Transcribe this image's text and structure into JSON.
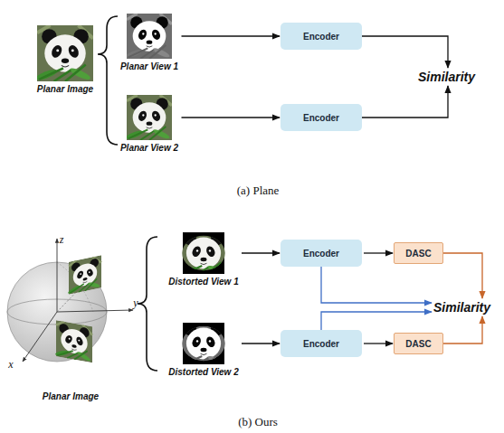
{
  "diagram": {
    "nodes": [
      {
        "text": [
          "Planar Image"
        ]
      },
      {
        "text": [
          "Planar View 1"
        ]
      },
      {
        "text": [
          "Planar View 2"
        ]
      },
      {
        "text": [
          "Encoder"
        ]
      },
      {
        "text": [
          "Encoder"
        ]
      },
      {
        "text": [
          "Similarity"
        ]
      },
      {
        "text": [
          "Planar Image"
        ]
      },
      {
        "text": [
          "Distorted View 1"
        ]
      },
      {
        "text": [
          "Distorted View 2"
        ]
      },
      {
        "text": [
          "Encoder"
        ]
      },
      {
        "text": [
          "DASC"
        ]
      },
      {
        "text": [
          "Encoder"
        ]
      },
      {
        "text": [
          "DASC"
        ]
      },
      {
        "text": [
          "Similarity"
        ]
      }
    ],
    "edges": [
      {
        "from": 1,
        "to": 3,
        "arrow": "to"
      },
      {
        "from": 2,
        "to": 4,
        "arrow": "to"
      },
      {
        "from": 3,
        "to": 5,
        "arrow": "to"
      },
      {
        "from": 4,
        "to": 5,
        "arrow": "to"
      },
      {
        "from": 7,
        "to": 9,
        "arrow": "to"
      },
      {
        "from": 9,
        "to": 10,
        "arrow": "to"
      },
      {
        "from": 8,
        "to": 11,
        "arrow": "to"
      },
      {
        "from": 11,
        "to": 12,
        "arrow": "to"
      },
      {
        "from": 9,
        "to": 13,
        "arrow": "to"
      },
      {
        "from": 10,
        "to": 13,
        "arrow": "to"
      },
      {
        "from": 11,
        "to": 13,
        "arrow": "to"
      },
      {
        "from": 12,
        "to": 13,
        "arrow": "to"
      }
    ],
    "labels": [
      "(a) Plane",
      "(b) Ours",
      "z",
      "y",
      "x"
    ]
  }
}
